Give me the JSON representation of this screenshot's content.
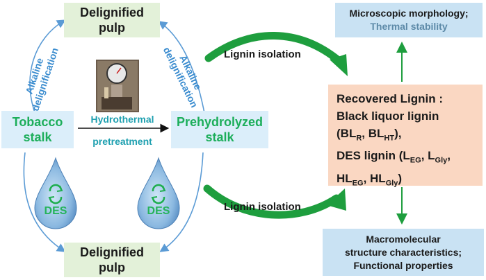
{
  "nodes": {
    "top_pulp": [
      "Delignified",
      "pulp"
    ],
    "bottom_pulp": [
      "Delignified",
      "pulp"
    ],
    "tobacco": [
      "Tobacco",
      "stalk"
    ],
    "prehydrolyzed": [
      "Prehydrolyzed",
      "stalk"
    ],
    "micro": [
      "Microscopic morphology;",
      "Thermal stability"
    ],
    "macro": [
      "Macromolecular",
      "structure characteristics;",
      "Functional properties"
    ]
  },
  "recovered": {
    "title": "Recovered  Lignin :",
    "line2": "Black liquor  lignin",
    "bl_prefix": "(BL",
    "bl_r_sub": "R",
    "bl_mid": ", BL",
    "bl_ht_sub": "HT",
    "bl_suffix": "),",
    "des_prefix": "DES lignin (L",
    "l_eg_sub": "EG",
    "l_mid": ", L",
    "l_gly_sub": "Gly",
    "l_end": ",",
    "hl_prefix": "HL",
    "hl_eg_sub": "EG",
    "hl_mid": ", HL",
    "hl_gly_sub": "Gly",
    "hl_end": ")"
  },
  "labels": {
    "alkaline_left": [
      "Alkaline",
      "delignification"
    ],
    "alkaline_right": [
      "Alkaline",
      "delignification"
    ],
    "hydrothermal": "Hydrothermal",
    "pretreatment": "pretreatment",
    "lignin_isolation_top": "Lignin isolation",
    "lignin_isolation_bottom": "Lignin isolation",
    "des_left": "DES",
    "des_right": "DES"
  },
  "colors": {
    "green_box": "#e3f1d9",
    "blue_box": "#c9e2f3",
    "salmon_box": "#fad7c2",
    "teal_text": "#1fa0b0",
    "green_text": "#1cae5a",
    "blue_arrow": "#5b9bd5",
    "green_arrow": "#1e9e3e"
  },
  "icons": [
    "reactor-photo",
    "des-droplet-icon",
    "recycle-icon"
  ]
}
